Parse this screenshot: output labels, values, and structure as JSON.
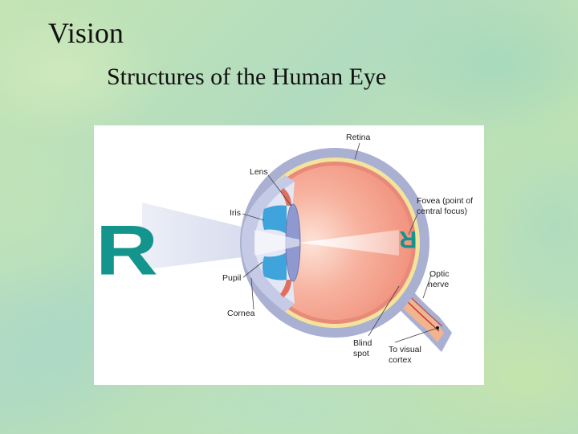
{
  "slide": {
    "title": "Vision",
    "subtitle": "Structures of the Human Eye"
  },
  "diagram": {
    "object_letter": "R",
    "labels": {
      "retina": "Retina",
      "lens": "Lens",
      "iris": "Iris",
      "pupil": "Pupil",
      "cornea": "Cornea",
      "fovea_1": "Fovea (point of",
      "fovea_2": "central focus)",
      "optic_1": "Optic",
      "optic_2": "nerve",
      "blind_1": "Blind",
      "blind_2": "spot",
      "cortex_1": "To visual",
      "cortex_2": "cortex"
    },
    "colors": {
      "object": "#13948c",
      "eyeball_interior": "#f29a86",
      "sclera": "#aab0d2",
      "retina": "#f4e39a",
      "iris": "#3fa3dc",
      "nerve": "#f2b48e"
    }
  }
}
